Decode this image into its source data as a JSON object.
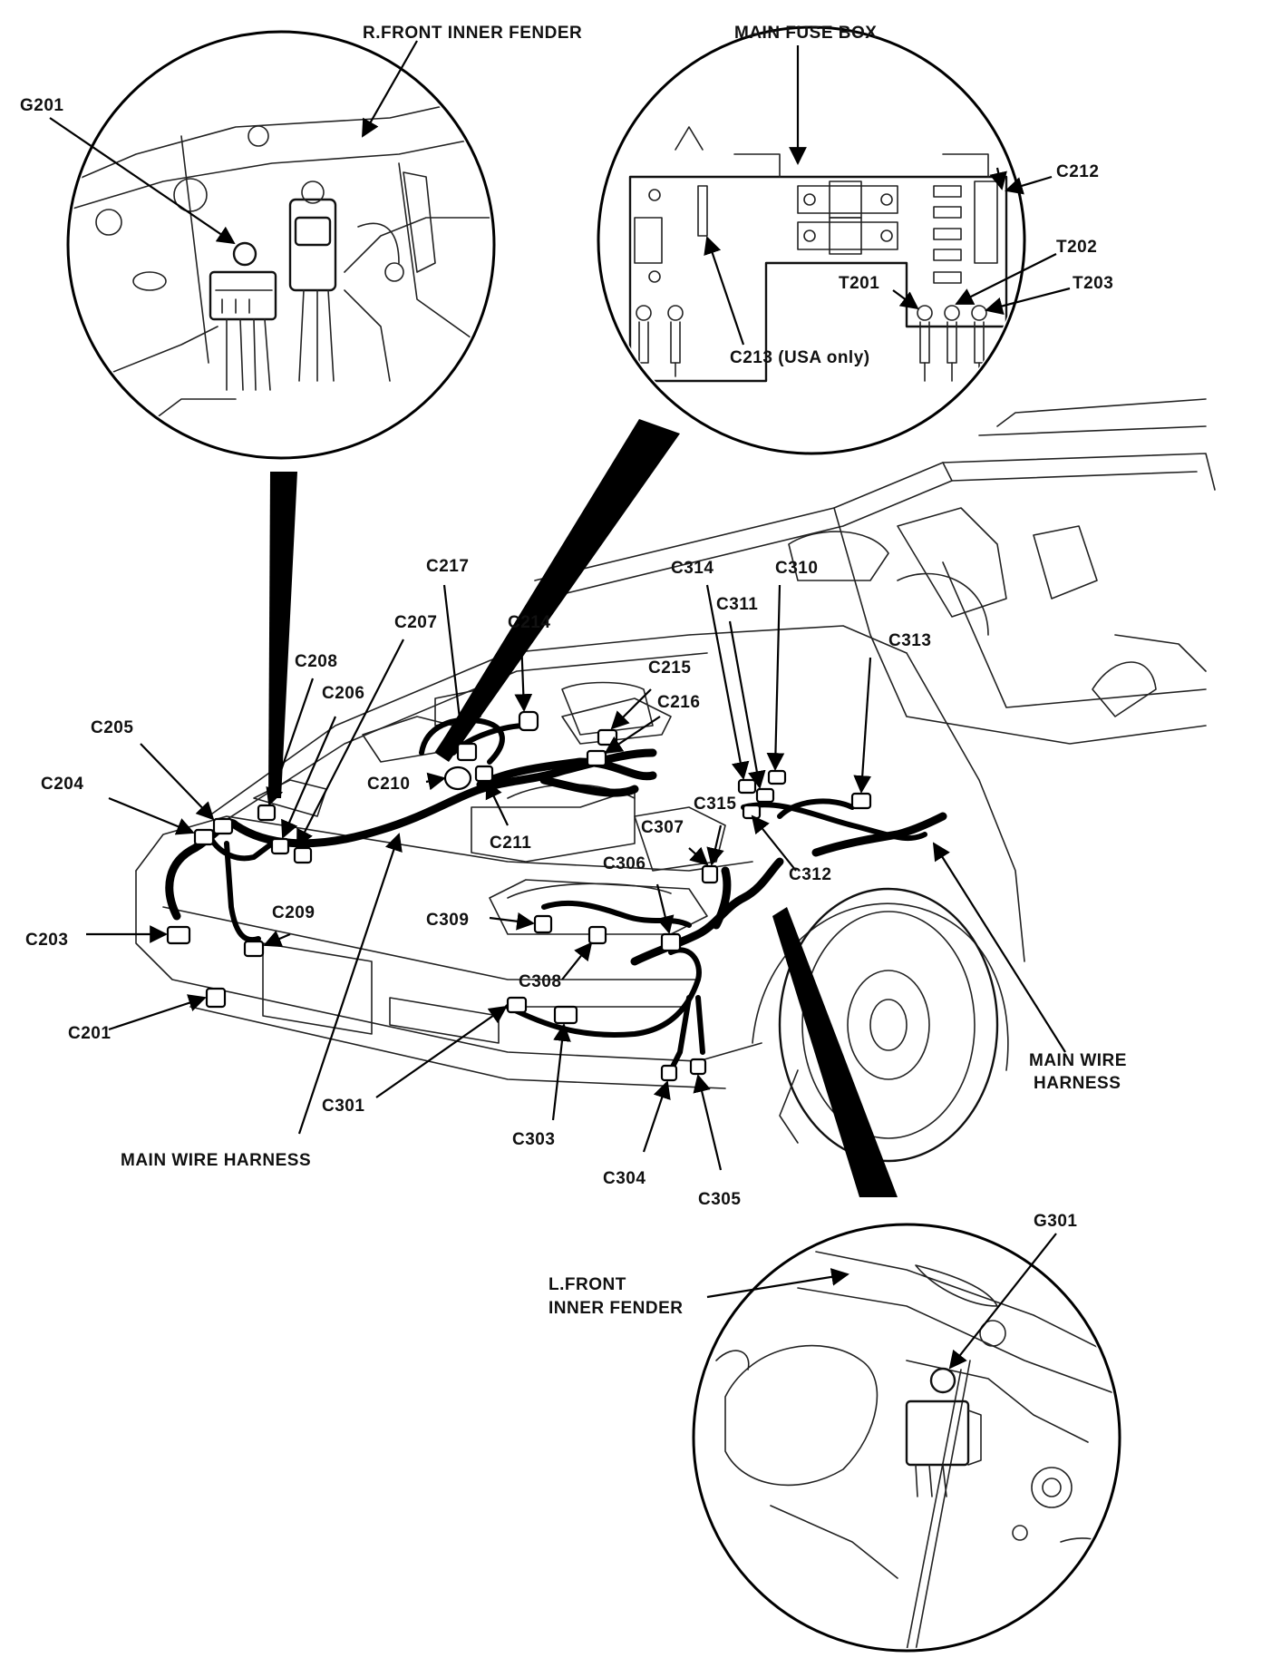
{
  "labels": {
    "r_front_inner_fender": "R.FRONT INNER FENDER",
    "g201": "G201",
    "main_fuse_box": "MAIN FUSE BOX",
    "c212": "C212",
    "t202": "T202",
    "t201": "T201",
    "t203": "T203",
    "c213": "C213 (USA only)",
    "c217": "C217",
    "c207": "C207",
    "c214": "C214",
    "c314": "C314",
    "c310": "C310",
    "c311": "C311",
    "c208": "C208",
    "c215": "C215",
    "c313": "C313",
    "c206": "C206",
    "c216": "C216",
    "c205": "C205",
    "c204": "C204",
    "c210": "C210",
    "c315": "C315",
    "c307": "C307",
    "c211": "C211",
    "c312": "C312",
    "c306": "C306",
    "c209": "C209",
    "c309": "C309",
    "c203": "C203",
    "c308": "C308",
    "c201": "C201",
    "main_wire_harness_right_1": "MAIN WIRE",
    "main_wire_harness_right_2": "HARNESS",
    "c301": "C301",
    "c303": "C303",
    "main_wire_harness_left": "MAIN WIRE HARNESS",
    "c304": "C304",
    "c305": "C305",
    "g301": "G301",
    "l_front_inner_fender_1": "L.FRONT",
    "l_front_inner_fender_2": "INNER FENDER"
  }
}
